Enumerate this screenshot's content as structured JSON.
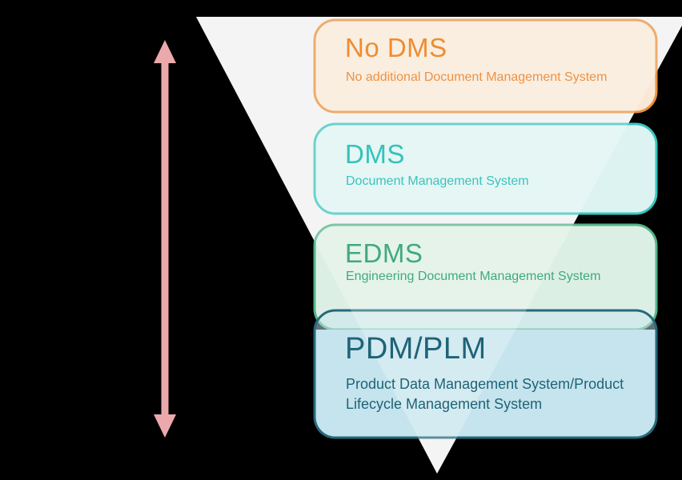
{
  "canvas": {
    "background": "#000000"
  },
  "funnel": {
    "fill": "#F1F1F1",
    "highlight": "rgba(255,255,255,0.25)"
  },
  "range_arrow": {
    "color": "#ECA9AC"
  },
  "levels": [
    {
      "id": "no-dms",
      "title": "No DMS",
      "subtitle": "No additional Document Management System",
      "border_color": "#E9913D",
      "fill_color": "#F9E8D6",
      "title_color": "#ED8D31",
      "subtitle_color": "#EE9143"
    },
    {
      "id": "dms",
      "title": "DMS",
      "subtitle": "Document Management System",
      "border_color": "#38C5BF",
      "fill_color": "#DCF3F1",
      "title_color": "#35C2BC",
      "subtitle_color": "#3BC3BD"
    },
    {
      "id": "edms",
      "title": "EDMS",
      "subtitle": "Engineering Document Management System",
      "border_color": "#55B389",
      "fill_color": "#DCEFE5",
      "title_color": "#41A97D",
      "subtitle_color": "#41A97D"
    },
    {
      "id": "pdm-plm",
      "title": "PDM/PLM",
      "subtitle": "Product Data Management System/Product Lifecycle Management System",
      "border_color": "#26697B",
      "fill_color": "#C3E3EC",
      "fill_translucent": "rgba(199,229,238,0.5)",
      "title_color": "#1F6377",
      "subtitle_color": "#1F6377"
    }
  ]
}
